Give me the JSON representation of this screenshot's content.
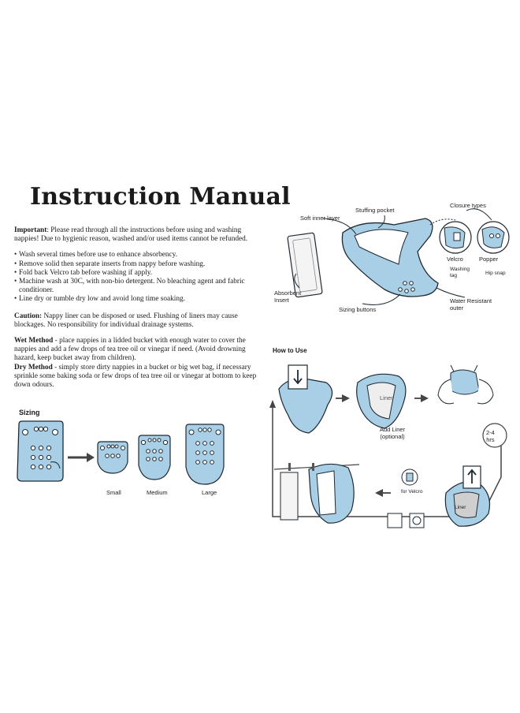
{
  "title": "Instruction Manual",
  "important": {
    "label": "Important",
    "text": ": Please read through all the instructions before using and washing nappies! Due to hygienic reason, washed and/or used items cannot be refunded."
  },
  "bullets": [
    "Wash several times before use to enhance absorbency.",
    "Remove solid then separate inserts from nappy before washing.",
    "Fold back Velcro tab before washing if apply.",
    "Machine wash at 30C, with non-bio detergent. No bleaching agent and fabric conditioner.",
    "Line dry or tumble dry low and avoid long time soaking."
  ],
  "caution": {
    "label": "Caution:",
    "text": " Nappy liner can be disposed or used. Flushing of liners may cause blockages. No responsibility for individual drainage systems."
  },
  "wet_method": {
    "label": "Wet Method",
    "text": " - place nappies in a lidded bucket with enough water to cover the nappies and add a few drops of tea tree oil or vinegar if need. (Avoid drowning hazard, keep bucket away from children)."
  },
  "dry_method": {
    "label": "Dry Method",
    "text": " - simply store dirty nappies in a bucket or big wet bag, if necessary sprinkle some baking soda or few drops of tea tree oil or vinegar at bottom to keep down odours."
  },
  "sizing": {
    "title": "Sizing",
    "labels": [
      "Small",
      "Medium",
      "Large"
    ]
  },
  "parts": {
    "soft_inner_layer": "Soft inner layer",
    "stuffing_pocket": "Stuffing pocket",
    "closure_types": "Closure types",
    "absorbent_insert": "Absorbent Insert",
    "velcro": "Velcro",
    "popper": "Popper",
    "washing_tag": "Washing tag",
    "hip_snap": "Hip snap",
    "water_resistant_outer": "Water Resistant outer",
    "sizing_buttons": "Sizing buttons"
  },
  "how_to_use": {
    "title": "How to Use",
    "add_liner": "Add Liner",
    "optional": "(optional)",
    "liner": "Liner",
    "hours_value": "2-4",
    "hours_unit": "hrs",
    "for_velcro": "for Velcro"
  },
  "colors": {
    "diaper_blue": "#a9cfe6",
    "outline": "#1f2a33"
  }
}
